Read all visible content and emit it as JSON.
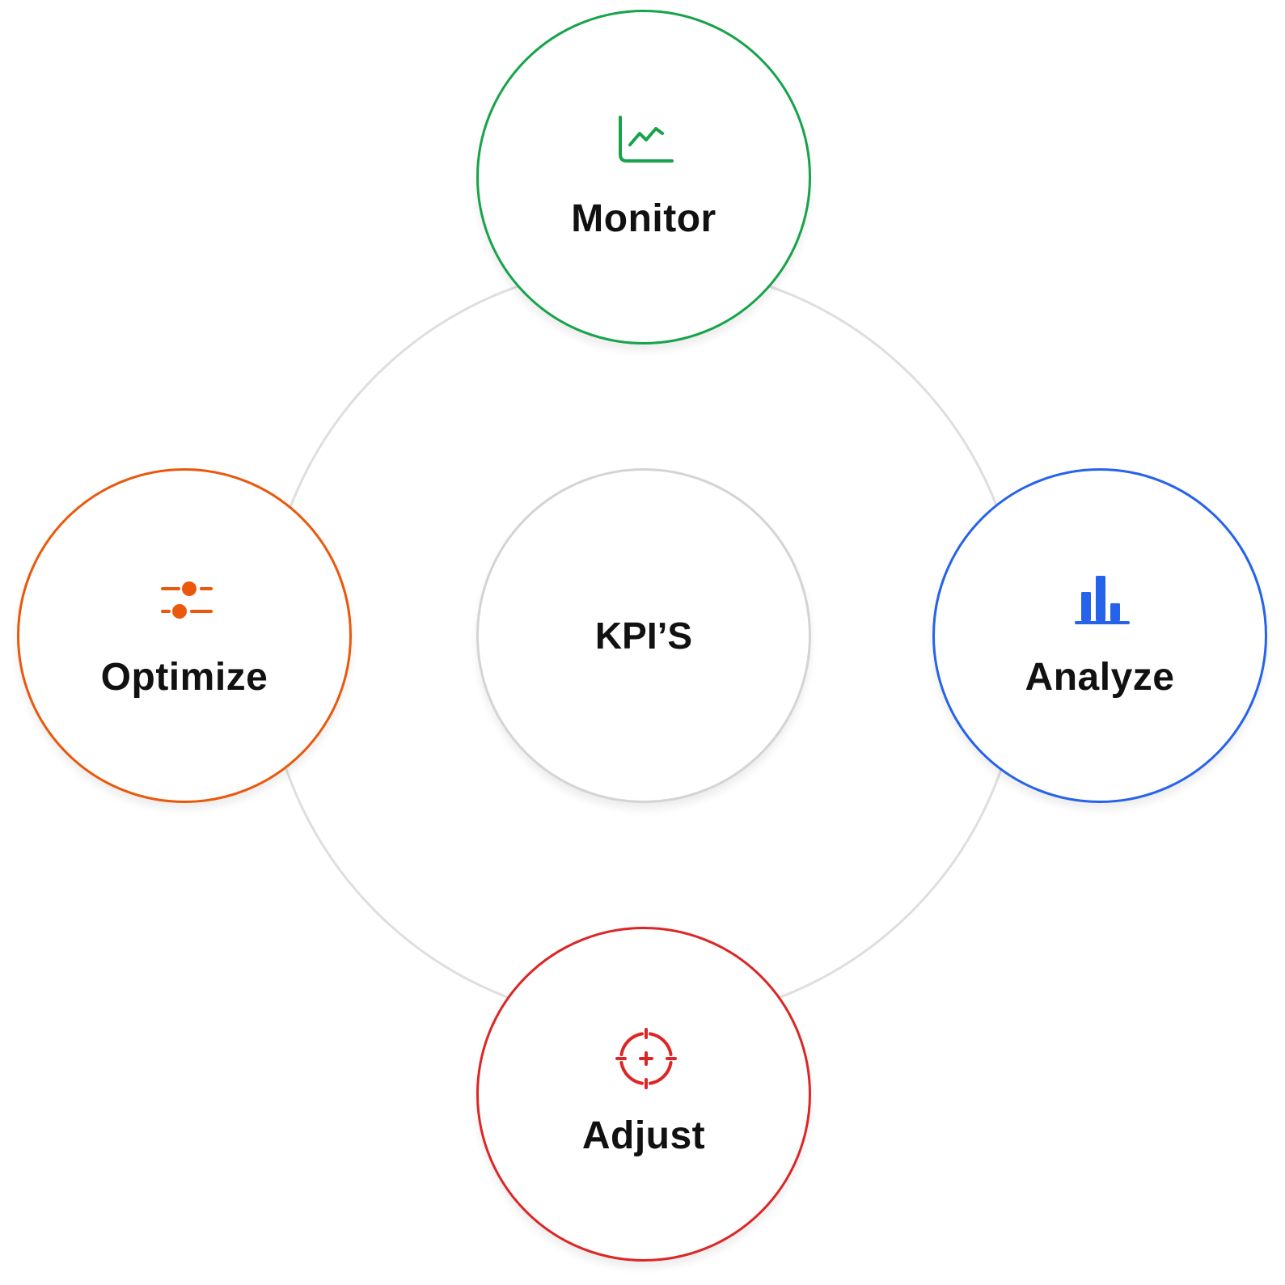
{
  "center": {
    "label": "KPI’S"
  },
  "nodes": {
    "monitor": {
      "label": "Monitor",
      "icon": "line-chart-icon",
      "color": "#16a34a"
    },
    "analyze": {
      "label": "Analyze",
      "icon": "bar-chart-icon",
      "color": "#2563eb"
    },
    "adjust": {
      "label": "Adjust",
      "icon": "crosshair-icon",
      "color": "#dc2626"
    },
    "optimize": {
      "label": "Optimize",
      "icon": "sliders-icon",
      "color": "#ea580c"
    }
  }
}
